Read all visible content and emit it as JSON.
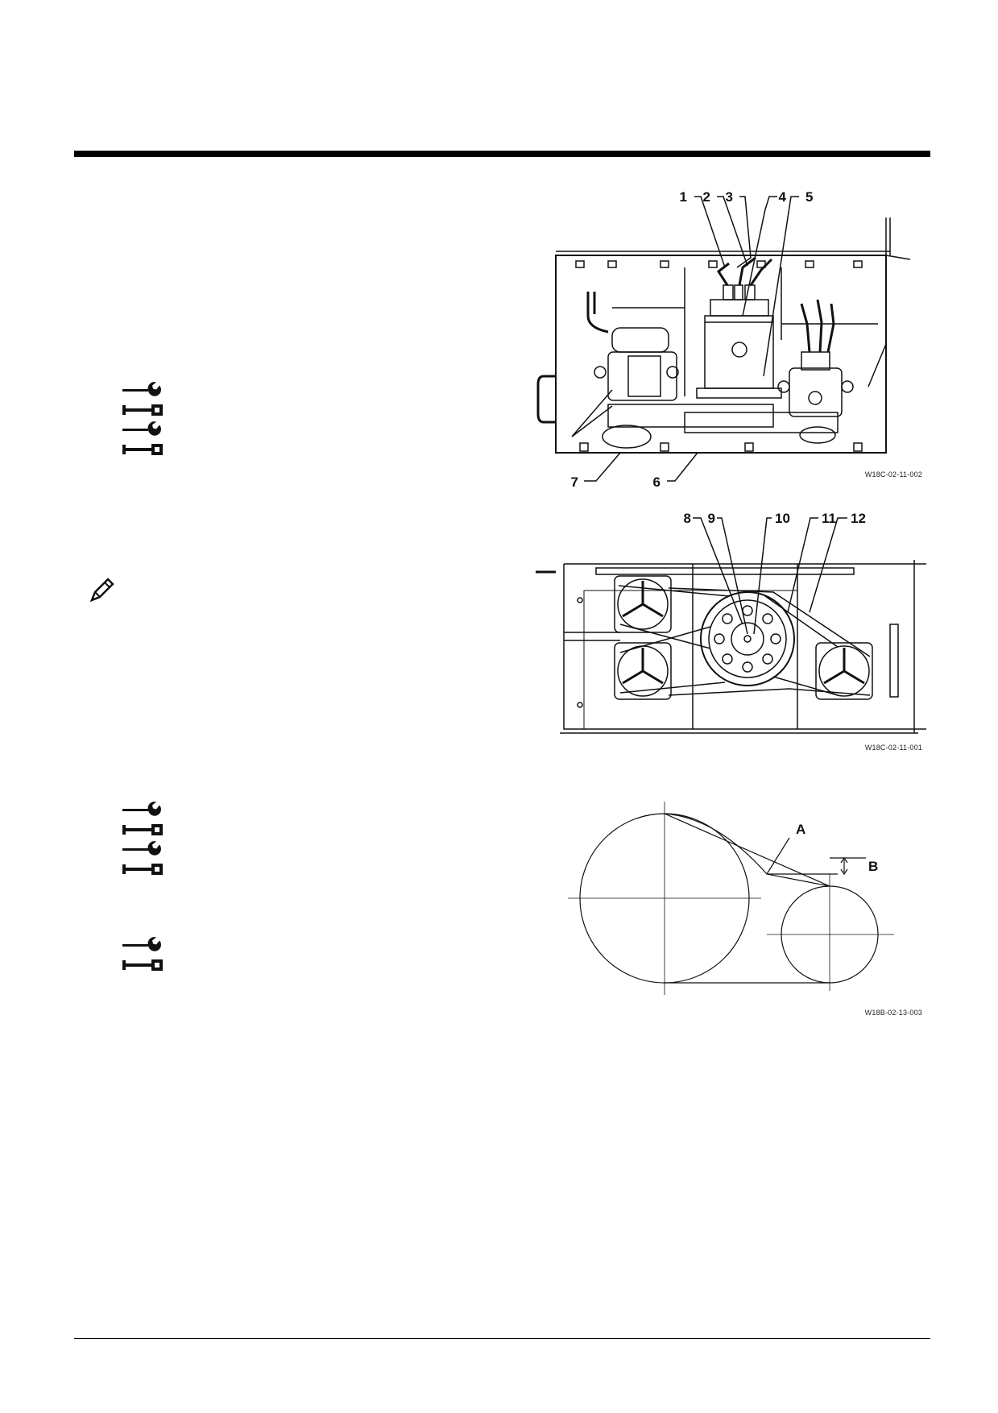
{
  "figures": [
    {
      "id": "W18C-02-11-002",
      "callouts": [
        "1",
        "2",
        "3",
        "4",
        "5",
        "6",
        "7"
      ]
    },
    {
      "id": "W18C-02-11-001",
      "callouts": [
        "8",
        "9",
        "10",
        "11",
        "12"
      ]
    },
    {
      "id": "W18B-02-13-003",
      "callouts": [
        "A",
        "B"
      ]
    }
  ],
  "icons": {
    "tool_groups": [
      {
        "icons": [
          "wrench-icon",
          "torque-wrench-icon",
          "wrench-icon",
          "torque-wrench-icon"
        ]
      },
      {
        "icons": [
          "wrench-icon",
          "torque-wrench-icon",
          "wrench-icon",
          "torque-wrench-icon"
        ]
      },
      {
        "icons": [
          "wrench-icon",
          "torque-wrench-icon"
        ]
      }
    ],
    "note": "pencil-note-icon"
  }
}
